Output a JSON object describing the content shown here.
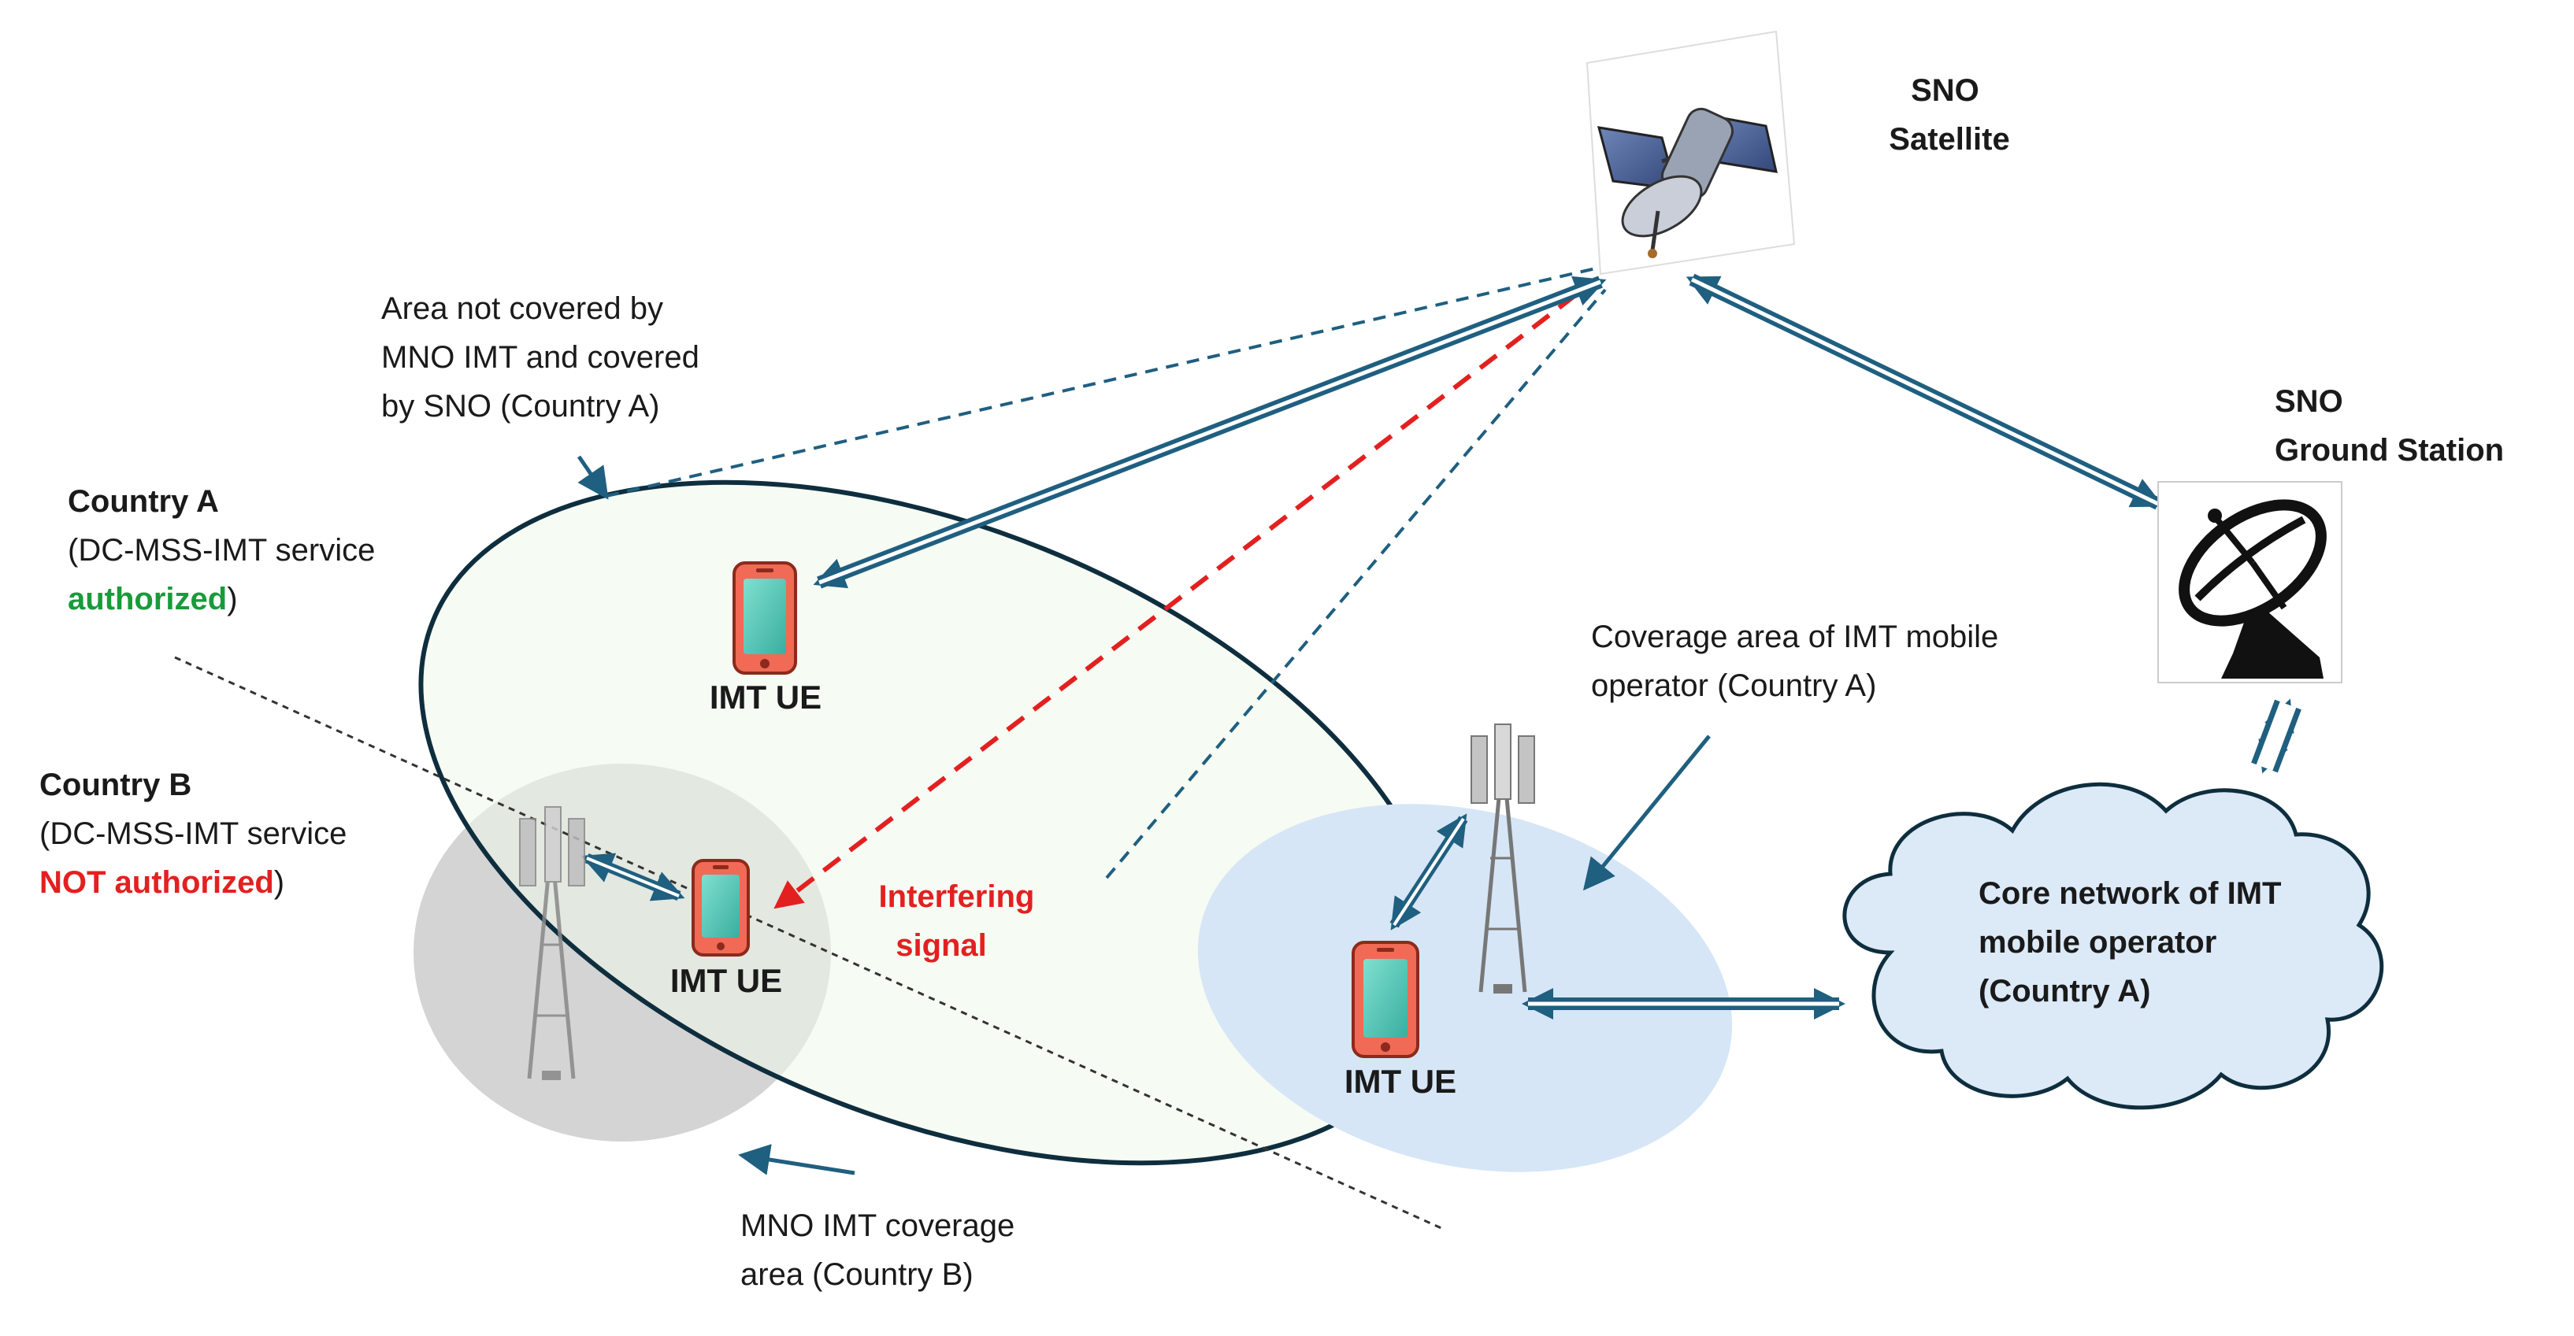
{
  "labels": {
    "sno_satellite": [
      "SNO",
      "Satellite"
    ],
    "sno_ground_station": [
      "SNO",
      "Ground Station"
    ],
    "area_not_covered": [
      "Area not covered by",
      "MNO IMT and covered",
      "by SNO (Country A)"
    ],
    "country_a_title": "Country A",
    "country_a_service_prefix": "(DC-MSS-IMT service",
    "country_a_status": "authorized",
    "country_a_close": ")",
    "country_b_title": "Country B",
    "country_b_service_prefix": "(DC-MSS-IMT service",
    "country_b_status": "NOT authorized",
    "country_b_close": ")",
    "imt_ue": "IMT UE",
    "interfering_signal": [
      "Interfering",
      "signal"
    ],
    "coverage_country_a": [
      "Coverage area of IMT mobile",
      "operator (Country A)"
    ],
    "mno_coverage_country_b": [
      "MNO IMT coverage",
      "area (Country B)"
    ],
    "core_network": [
      "Core network of IMT",
      "mobile operator",
      "(Country A)"
    ]
  },
  "colors": {
    "arrow": "#1f5f80",
    "interfering": "#e32020",
    "authorized": "#1a9a3a",
    "not_authorized": "#e32020",
    "country_a_area": "#eef8ea",
    "country_b_area": "#d4d4d4",
    "mno_a_area": "#d6e6f6",
    "cloud": "#dce9f7",
    "phone": "#f06a55"
  },
  "icons": [
    "satellite-icon",
    "ground-station-dish-icon",
    "phone-icon",
    "cell-tower-icon",
    "cloud-icon"
  ]
}
